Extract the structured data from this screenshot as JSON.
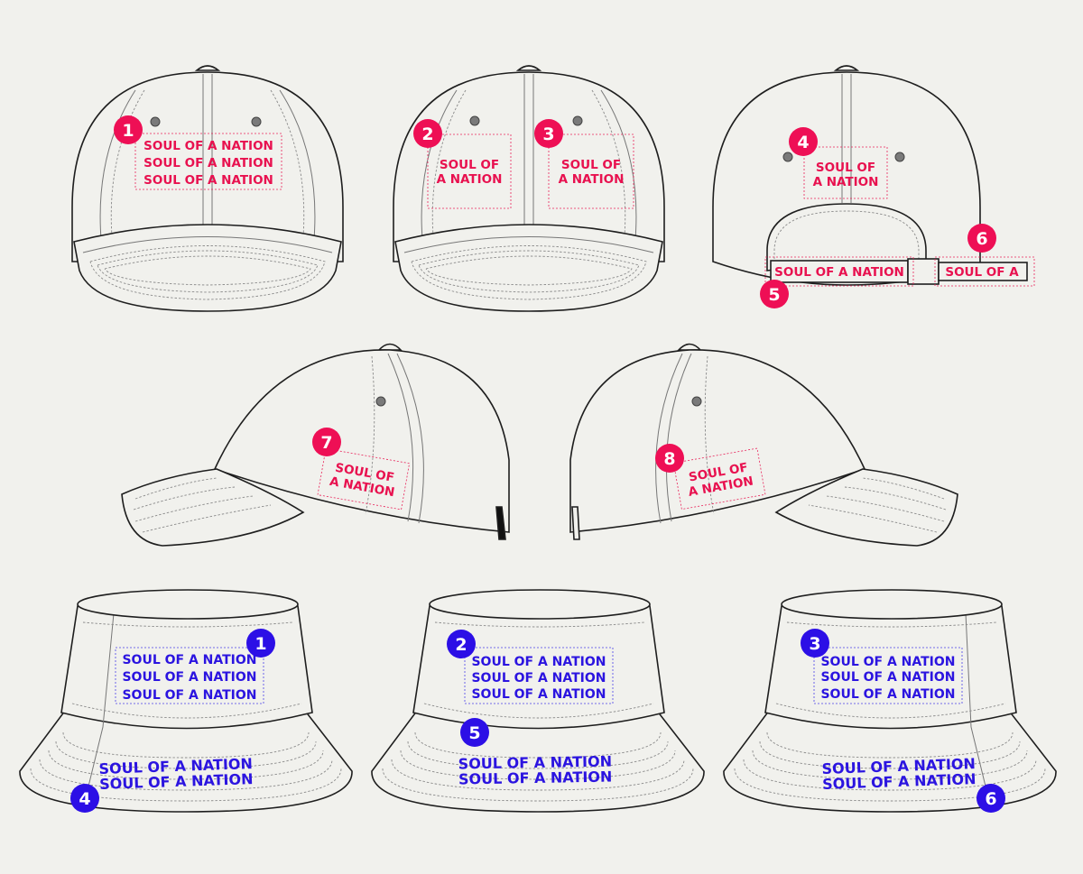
{
  "accent_colors": {
    "cap": "#ee0f55",
    "bucket": "#2c0fe6",
    "background": "#f1f1ed"
  },
  "cap_text": {
    "one_line": "SOUL OF A NATION",
    "two_line_top": "SOUL OF",
    "two_line_bottom": "A NATION",
    "short": "SOUL OF A"
  },
  "bucket_text": {
    "one_line": "SOUL OF A NATION"
  },
  "cap_markers": [
    "1",
    "2",
    "3",
    "4",
    "5",
    "6",
    "7",
    "8"
  ],
  "bucket_markers": [
    "1",
    "2",
    "3",
    "4",
    "5",
    "6"
  ]
}
